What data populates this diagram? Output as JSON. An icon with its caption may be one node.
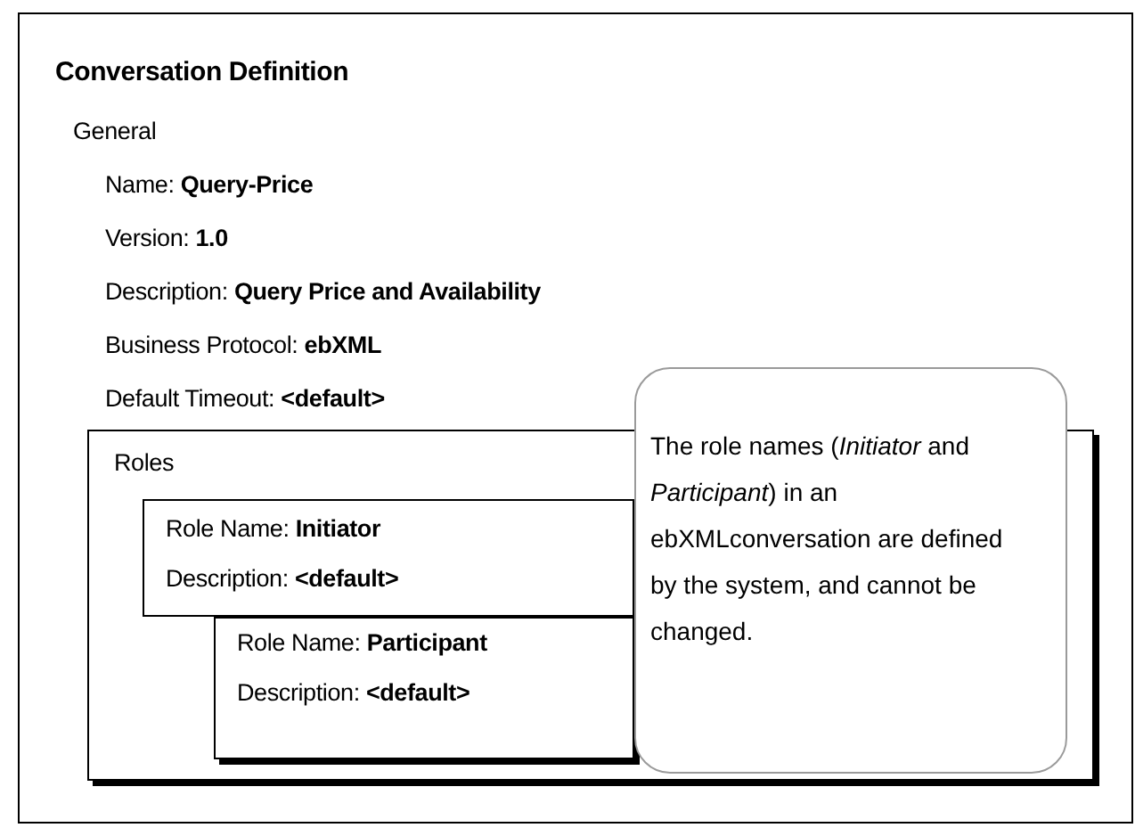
{
  "diagram": {
    "nodes": [
      {
        "text": [
          "Conversation Definition",
          "General",
          "Name: **Query-Price**",
          "Version: **1.0**",
          "Description: **Query Price and Availability**",
          "Business Protocol: **ebXML**",
          "Default Timeout: **<default>**"
        ]
      },
      {
        "text": [
          "Roles"
        ],
        "in": 0
      },
      {
        "text": [
          "Role Name: **Initiator**",
          "Description: **<default>**"
        ],
        "in": 1
      },
      {
        "text": [
          "Role Name: **Participant**",
          "Description: **<default>**"
        ],
        "in": 1
      },
      {
        "text": [
          "The role names (*Initiator* and *Participant*) in an ebXMLconversation are defined by the system, and cannot be changed."
        ],
        "in": 0
      }
    ]
  }
}
